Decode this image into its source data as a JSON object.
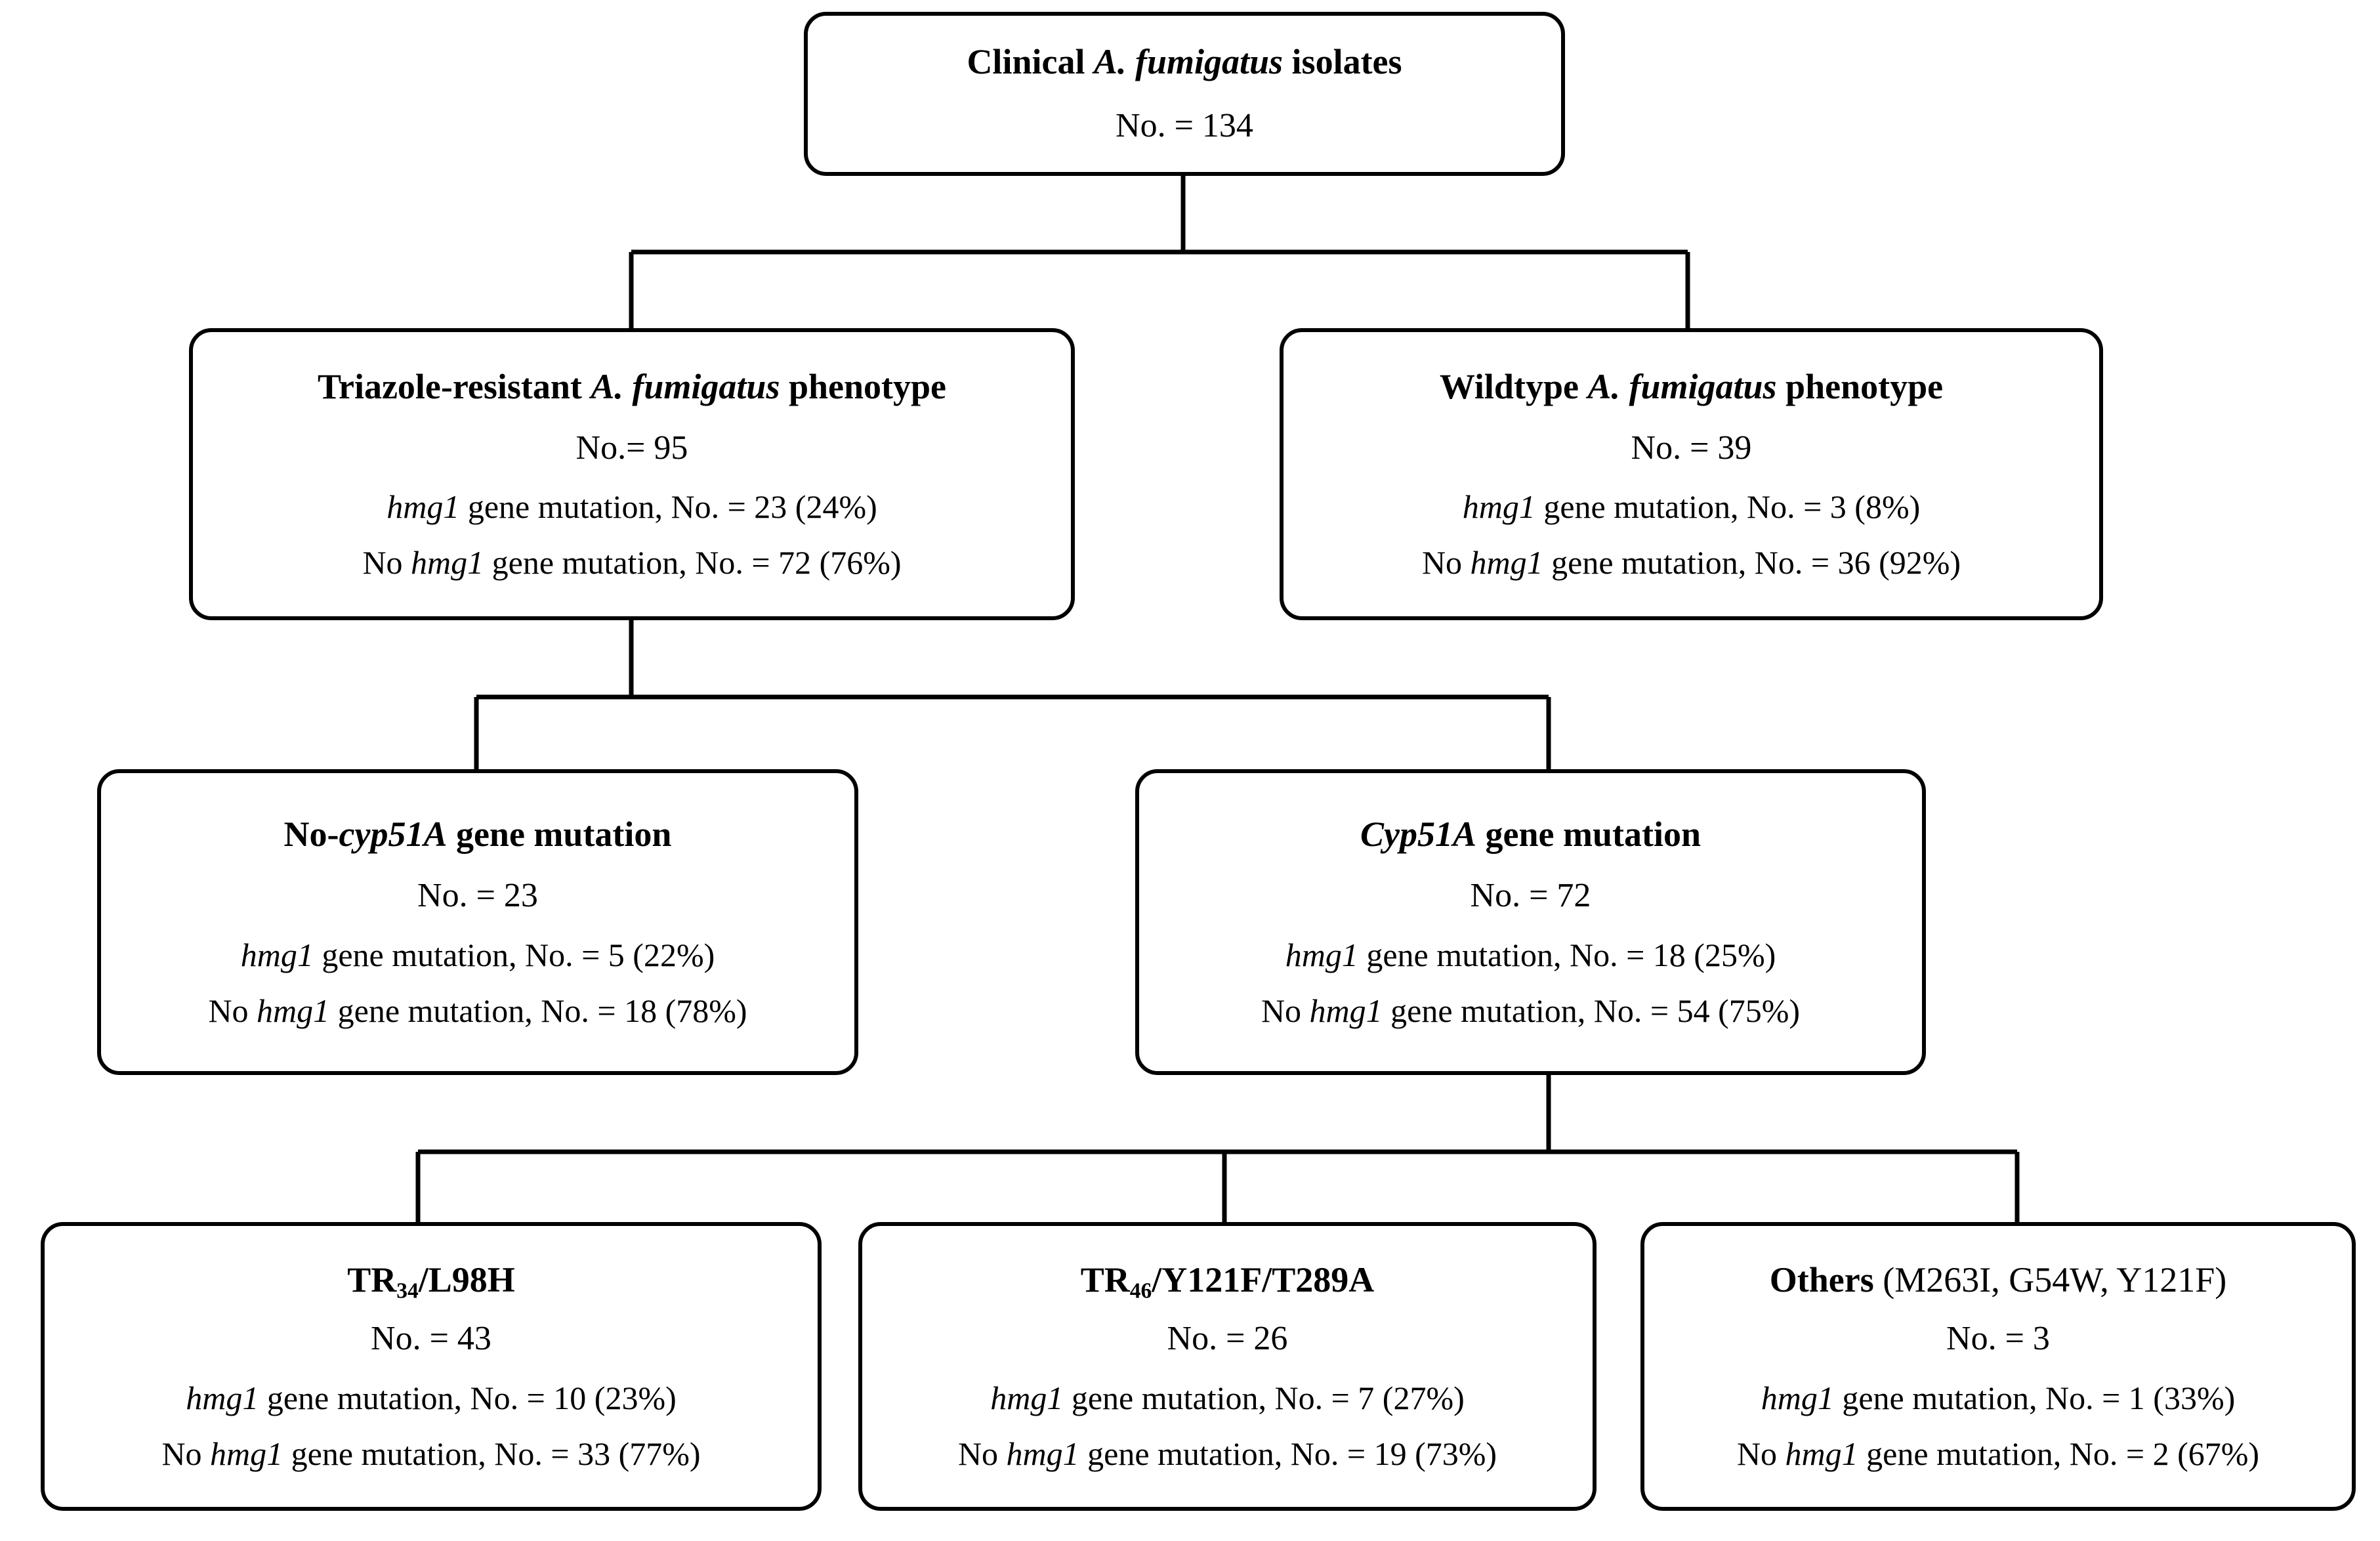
{
  "diagram": {
    "type": "flowchart",
    "orientation": "top-down",
    "line_color": "#000000",
    "box_border_color": "#000000",
    "box_fill_color": "#ffffff",
    "text_color": "#000000"
  },
  "nodes": {
    "root": {
      "title_plain": "Clinical A. fumigatus isolates",
      "title_pre": "Clinical ",
      "title_italic": "A. fumigatus",
      "title_post": " isolates",
      "count": "No. = 134"
    },
    "resistant": {
      "title_pre": "Triazole-resistant ",
      "title_italic": "A. fumigatus",
      "title_post": " phenotype",
      "count": "No.= 95",
      "hmg1_pre": "hmg1",
      "hmg1_post": " gene mutation, No. = 23 (24%)",
      "no_hmg1_pre": "No ",
      "no_hmg1_gene": "hmg1",
      "no_hmg1_post": " gene mutation, No. = 72 (76%)"
    },
    "wildtype": {
      "title_pre": "Wildtype ",
      "title_italic": "A. fumigatus",
      "title_post": " phenotype",
      "count": "No. = 39",
      "hmg1_pre": "hmg1",
      "hmg1_post": " gene mutation, No. = 3 (8%)",
      "no_hmg1_pre": "No ",
      "no_hmg1_gene": "hmg1",
      "no_hmg1_post": " gene mutation, No. = 36 (92%)"
    },
    "no_cyp51a": {
      "title_pre": "No-",
      "title_italic": "cyp51A",
      "title_post": " gene mutation",
      "count": "No. = 23",
      "hmg1_pre": "hmg1",
      "hmg1_post": " gene mutation, No. = 5 (22%)",
      "no_hmg1_pre": "No ",
      "no_hmg1_gene": "hmg1",
      "no_hmg1_post": " gene mutation, No. = 18 (78%)"
    },
    "cyp51a": {
      "title_pre": "",
      "title_italic": "Cyp51A",
      "title_post": " gene mutation",
      "count": "No. = 72",
      "hmg1_pre": "hmg1",
      "hmg1_post": " gene mutation, No. = 18 (25%)",
      "no_hmg1_pre": "No ",
      "no_hmg1_gene": "hmg1",
      "no_hmg1_post": " gene mutation, No. = 54 (75%)"
    },
    "tr34": {
      "title_pre": "TR",
      "title_sub": "34",
      "title_post": "/L98H",
      "count": "No. = 43",
      "hmg1_pre": "hmg1",
      "hmg1_post": " gene mutation, No. = 10 (23%)",
      "no_hmg1_pre": "No ",
      "no_hmg1_gene": "hmg1",
      "no_hmg1_post": " gene mutation, No. = 33 (77%)"
    },
    "tr46": {
      "title_pre": "TR",
      "title_sub": "46",
      "title_post": "/Y121F/T289A",
      "count": "No. = 26",
      "hmg1_pre": "hmg1",
      "hmg1_post": " gene mutation, No. = 7 (27%)",
      "no_hmg1_pre": "No ",
      "no_hmg1_gene": "hmg1",
      "no_hmg1_post": " gene mutation, No. = 19 (73%)"
    },
    "others": {
      "title_pre": "Others",
      "title_post": " (M263I, G54W, Y121F)",
      "count": "No. = 3",
      "hmg1_pre": "hmg1",
      "hmg1_post": " gene mutation, No. = 1 (33%)",
      "no_hmg1_pre": "No ",
      "no_hmg1_gene": "hmg1",
      "no_hmg1_post": " gene mutation, No. = 2 (67%)"
    }
  },
  "chart_data": {
    "type": "tree",
    "title": "Clinical A. fumigatus isolates stratified by triazole phenotype, cyp51A and hmg1 gene mutation",
    "total": 134,
    "levels": [
      {
        "level": 1,
        "items": [
          {
            "label": "Clinical A. fumigatus isolates",
            "n": 134
          }
        ]
      },
      {
        "level": 2,
        "items": [
          {
            "label": "Triazole-resistant A. fumigatus phenotype",
            "n": 95,
            "hmg1_mutation": 23,
            "hmg1_mutation_pct": 24,
            "no_hmg1_mutation": 72,
            "no_hmg1_mutation_pct": 76
          },
          {
            "label": "Wildtype A. fumigatus phenotype",
            "n": 39,
            "hmg1_mutation": 3,
            "hmg1_mutation_pct": 8,
            "no_hmg1_mutation": 36,
            "no_hmg1_mutation_pct": 92
          }
        ]
      },
      {
        "level": 3,
        "parent": "Triazole-resistant A. fumigatus phenotype",
        "items": [
          {
            "label": "No-cyp51A gene mutation",
            "n": 23,
            "hmg1_mutation": 5,
            "hmg1_mutation_pct": 22,
            "no_hmg1_mutation": 18,
            "no_hmg1_mutation_pct": 78
          },
          {
            "label": "Cyp51A gene mutation",
            "n": 72,
            "hmg1_mutation": 18,
            "hmg1_mutation_pct": 25,
            "no_hmg1_mutation": 54,
            "no_hmg1_mutation_pct": 75
          }
        ]
      },
      {
        "level": 4,
        "parent": "Cyp51A gene mutation",
        "items": [
          {
            "label": "TR34/L98H",
            "n": 43,
            "hmg1_mutation": 10,
            "hmg1_mutation_pct": 23,
            "no_hmg1_mutation": 33,
            "no_hmg1_mutation_pct": 77
          },
          {
            "label": "TR46/Y121F/T289A",
            "n": 26,
            "hmg1_mutation": 7,
            "hmg1_mutation_pct": 27,
            "no_hmg1_mutation": 19,
            "no_hmg1_mutation_pct": 73
          },
          {
            "label": "Others (M263I, G54W, Y121F)",
            "n": 3,
            "hmg1_mutation": 1,
            "hmg1_mutation_pct": 33,
            "no_hmg1_mutation": 2,
            "no_hmg1_mutation_pct": 67
          }
        ]
      }
    ]
  }
}
